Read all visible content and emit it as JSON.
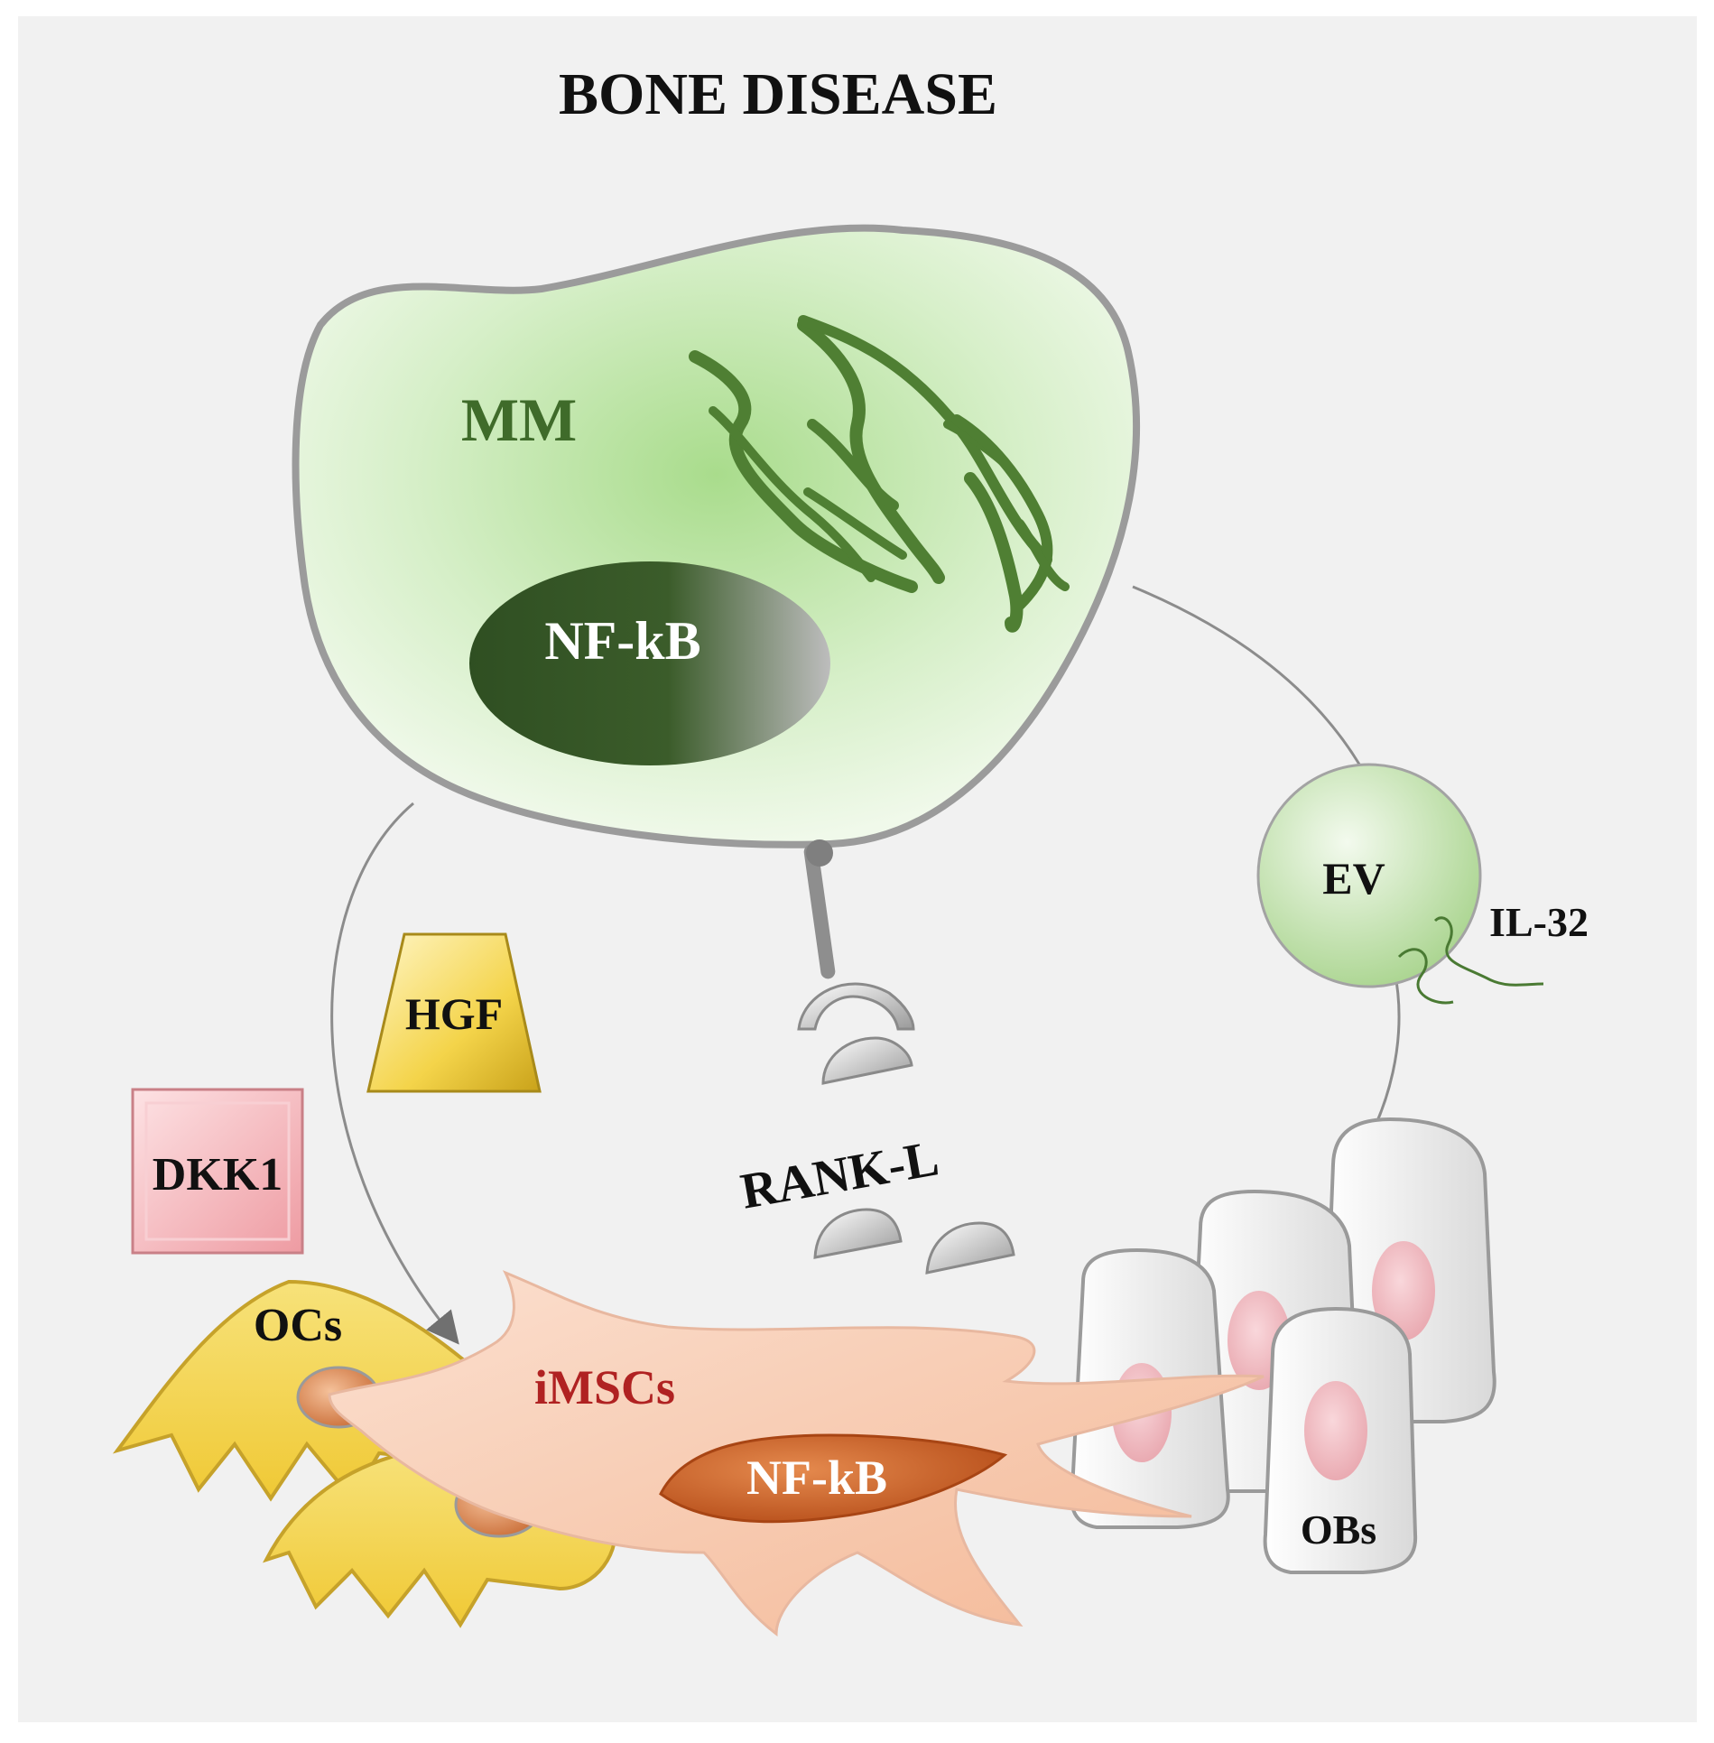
{
  "title": "BONE DISEASE",
  "labels": {
    "mm": "MM",
    "mm_nucleus": "NF-kB",
    "ev": "EV",
    "il32": "IL-32",
    "hgf": "HGF",
    "dkk1": "DKK1",
    "rankl": "RANK-L",
    "ocs": "OCs",
    "imscs": "iMSCs",
    "imsc_nucleus": "NF-kB",
    "obs": "OBs"
  },
  "colors": {
    "background": "#f1f1f1",
    "mm_cell": "#d6efc8",
    "mm_text": "#3f6b2a",
    "mm_nucleus": "#3a5a2a",
    "ev": "#cfe8bf",
    "hgf": "#f4d44a",
    "dkk1": "#f3aab0",
    "rank": "#b8b8b8",
    "oc": "#f2d24a",
    "imsc": "#f7c9ae",
    "imsc_text": "#b02222",
    "imsc_nucleus": "#d0662a",
    "ob": "#ededed",
    "ob_nucleus": "#f0b8bf"
  }
}
